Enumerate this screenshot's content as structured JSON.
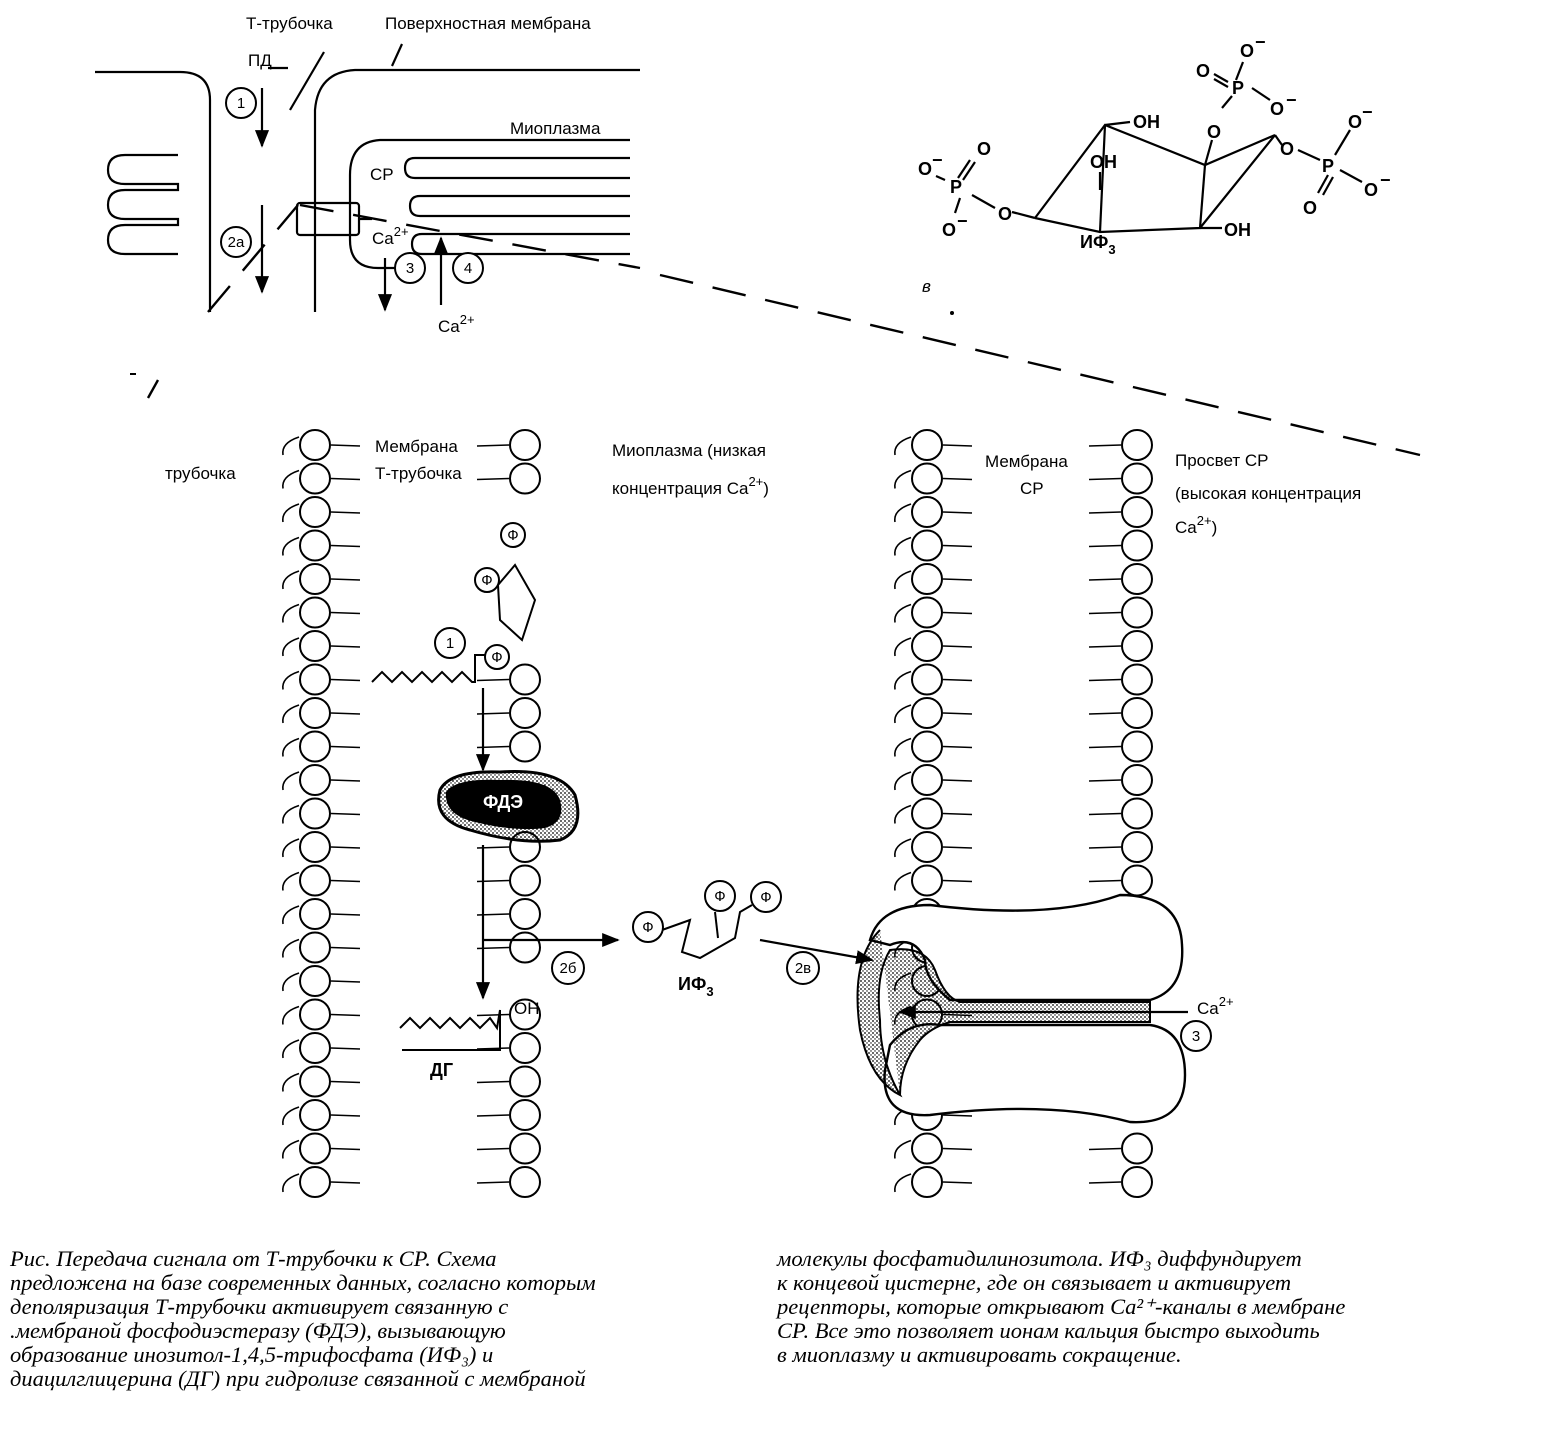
{
  "diagram": {
    "top": {
      "t_tubule_label": "Т-трубочка",
      "surface_membrane_label": "Поверхностная мембрана",
      "pd_label": "ПД",
      "myoplasm_label": "Миоплазма",
      "sr_label": "СР",
      "ca_in_label": "Ca",
      "ca_in_sup": "2+",
      "ca_out_label": "Ca",
      "ca_out_sup": "2+",
      "step1": "1",
      "step2a": "2а",
      "step3": "3",
      "step4": "4"
    },
    "chem": {
      "ip3_label": "ИФ",
      "ip3_sub": "3",
      "panel_letter": "в",
      "oh": "OH",
      "p": "P",
      "o": "O",
      "ominus": "O",
      "minus": "−"
    },
    "left": {
      "tubule_label": "трубочка",
      "membrane_label1": "Мембрана",
      "membrane_label2": "Т-трубочка",
      "myoplasm_label1": "Миоплазма (низкая",
      "myoplasm_label2": "концентрация Ca",
      "myoplasm_sup": "2+",
      "myoplasm_close": ")",
      "phi": "Ф",
      "step1": "1",
      "pde_label": "ФДЭ",
      "dg_label": "ДГ",
      "oh": "OH",
      "step2b": "2б"
    },
    "middle": {
      "ip3_label": "ИФ",
      "ip3_sub": "3",
      "step2v": "2в"
    },
    "right": {
      "sr_membrane1": "Мембрана",
      "sr_membrane2": "СР",
      "lumen1": "Просвет СР",
      "lumen2": "(высокая концентрация",
      "lumen3": "Ca",
      "lumen3_sup": "2+",
      "lumen3_close": ")",
      "ca_label": "Ca",
      "ca_sup": "2+",
      "step3": "3"
    }
  },
  "caption": {
    "left_lines": [
      "Рис.            Передача сигнала от Т-трубочки к СР. Схема",
      "предложена на базе современных данных, согласно которым",
      "деполяризация Т-трубочки активирует связанную с",
      ".мембраной фосфодиэстеразу (ФДЭ), вызывающую",
      "образование инозитол-1,4,5-трифосфата (ИФ₃) и",
      "диацилглицерина (ДГ) при гидролизе связанной с мембраной"
    ],
    "right_lines": [
      "молекулы фосфатидилинозитола. ИФ₃ диффундирует",
      "к концевой цистерне, где он связывает и активирует",
      "рецепторы, которые открывают Ca²⁺-каналы в мембране",
      "СР. Все это позволяет ионам кальция быстро выходить",
      "в миоплазму и активировать сокращение."
    ]
  }
}
